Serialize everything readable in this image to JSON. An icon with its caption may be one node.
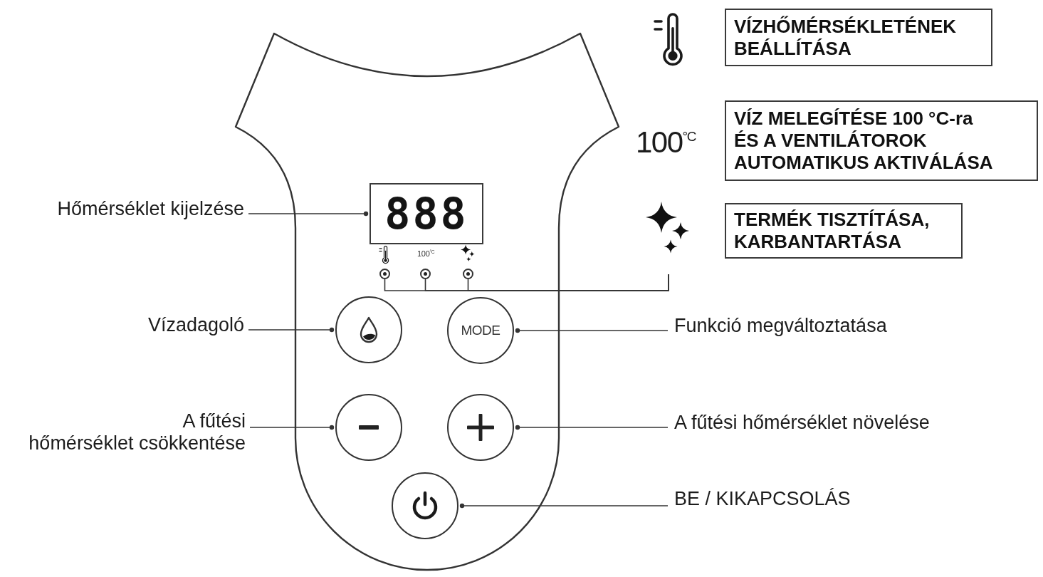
{
  "diagram": {
    "nodes": [
      {
        "text": [
          "VÍZHŐMÉRSÉKLETÉNEK BEÁLLÍTÁSA"
        ]
      },
      {
        "text": [
          "VÍZ MELEGÍTÉSE 100 °C-ra ÉS A VENTILÁTOROK AUTOMATIKUS AKTIVÁLÁSA"
        ],
        "beside": [
          "100$^{°C}$"
        ]
      },
      {
        "text": [
          "TERMÉK TISZTÍTÁSA, KARBANTARTÁSA"
        ]
      },
      {
        "text": [
          "Hőmérséklet kijelzése"
        ]
      },
      {
        "text": [
          "888"
        ]
      },
      {
        "text": [],
        "shape": "circle"
      },
      {
        "text": [],
        "shape": "circle"
      },
      {
        "text": [],
        "shape": "circle"
      },
      {
        "text": [
          "Vízadagoló"
        ]
      },
      {
        "text": [],
        "shape": "circle"
      },
      {
        "text": [
          "MODE"
        ]
      },
      {
        "text": [
          "Funkció megváltoztatása"
        ]
      },
      {
        "text": [
          "A fűtési hőmérséklet csökkentése"
        ]
      },
      {
        "text": [],
        "shape": "circle"
      },
      {
        "text": [],
        "shape": "circle"
      },
      {
        "text": [
          "A fűtési hőmérséklet növelése"
        ]
      },
      {
        "text": [],
        "shape": "circle"
      },
      {
        "text": [
          "BE / KIKAPCSOLÁS"
        ]
      }
    ],
    "edges": [
      {
        "from": 3,
        "to": 4,
        "arrow": "other"
      },
      {
        "from": null,
        "to": 5,
        "arrow": "none"
      },
      {
        "from": null,
        "to": 6,
        "arrow": "none"
      },
      {
        "from": null,
        "to": 7,
        "arrow": "none"
      },
      {
        "from": 8,
        "to": 9,
        "arrow": "other"
      },
      {
        "from": 11,
        "to": 10,
        "arrow": "other"
      },
      {
        "from": 12,
        "to": 13,
        "arrow": "other"
      },
      {
        "from": 15,
        "to": 14,
        "arrow": "other"
      },
      {
        "from": 17,
        "to": 16,
        "arrow": "other"
      }
    ],
    "labels": [
      "100$^{°C}$"
    ]
  }
}
